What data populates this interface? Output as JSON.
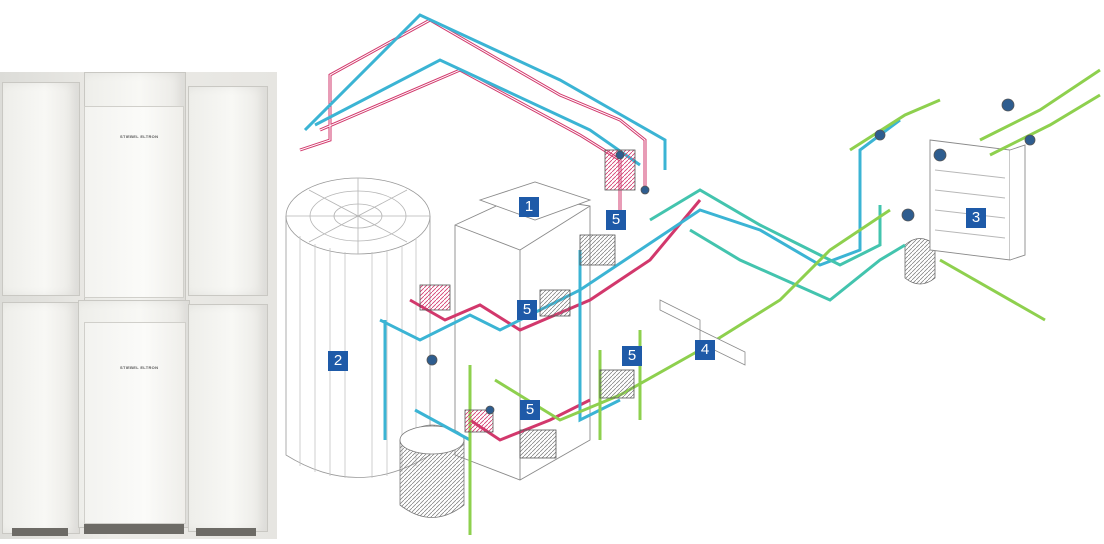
{
  "photo": {
    "upper_unit_brand": "STIEBEL ELTRON",
    "lower_unit_brand": "STIEBEL ELTRON"
  },
  "callouts": [
    {
      "id": "callout-1",
      "text": "1"
    },
    {
      "id": "callout-2",
      "text": "2"
    },
    {
      "id": "callout-3",
      "text": "3"
    },
    {
      "id": "callout-4",
      "text": "4"
    },
    {
      "id": "callout-5a",
      "text": "5"
    },
    {
      "id": "callout-5b",
      "text": "5"
    },
    {
      "id": "callout-5c",
      "text": "5"
    },
    {
      "id": "callout-5d",
      "text": "5"
    }
  ],
  "colors": {
    "label_bg": "#1e5aa8",
    "flow_hot": "#d2386c",
    "flow_cool": "#3bb4d4",
    "flow_source": "#8ed04e",
    "flow_teal": "#43c4ae",
    "linework": "#8a8a8a"
  }
}
